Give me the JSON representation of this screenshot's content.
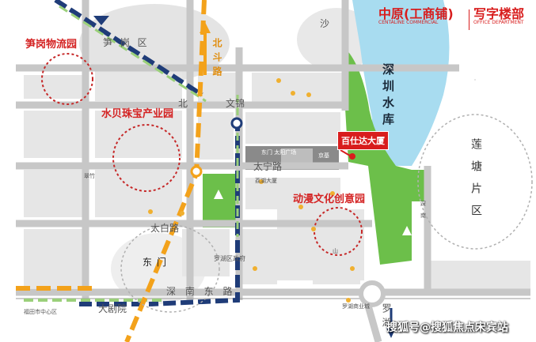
{
  "brand": {
    "logo_cn": "中原(工商铺)",
    "logo_en": "CENTALINE COMMERCIAL",
    "dept_cn": "写字楼部",
    "dept_en": "OFFICE DEPARTMENT",
    "color": "#d81d1d"
  },
  "zones": {
    "logistics_park": "笋岗物流园",
    "jewelry_park": "水贝珠宝产业园",
    "animation_park": "动漫文化创意园",
    "lotus_area": [
      "莲",
      "塘",
      "片",
      "区"
    ]
  },
  "target": {
    "label": "百仕达大厦"
  },
  "water": {
    "label": "深圳水库"
  },
  "roads": {
    "top_district": "笋 岗 区",
    "beijing_rd": "北斗路",
    "sha": "沙",
    "wenjin": "文锦",
    "bei": "北",
    "taining": "太宁路",
    "cuizhu": "翠竹",
    "taibai": "太白路",
    "dongmen": "东门",
    "luohu_gov": "罗湖区政府",
    "shennan": "深 南 东 路",
    "dajuyuan": "大剧院",
    "civic": "福田市中心区",
    "luohu": "罗湖",
    "shan": "山",
    "shen": "深",
    "nan": "南"
  },
  "pois": {
    "kingkey": "京基",
    "taiyang": "东门 太阳广场",
    "lihu": "荔湖大厦",
    "mall": "罗湖商业城"
  },
  "watermark": "搜狐号@搜狐焦点宋宾站",
  "colors": {
    "road": "#c7c7c7",
    "block": "#e6e6e6",
    "water": "#a8dcf0",
    "green": "#6cbf4a",
    "metro_blue": "#1f3c78",
    "metro_orange": "#f3a21b",
    "metro_green": "#9bd07a",
    "zone_ring": "#c62828"
  }
}
